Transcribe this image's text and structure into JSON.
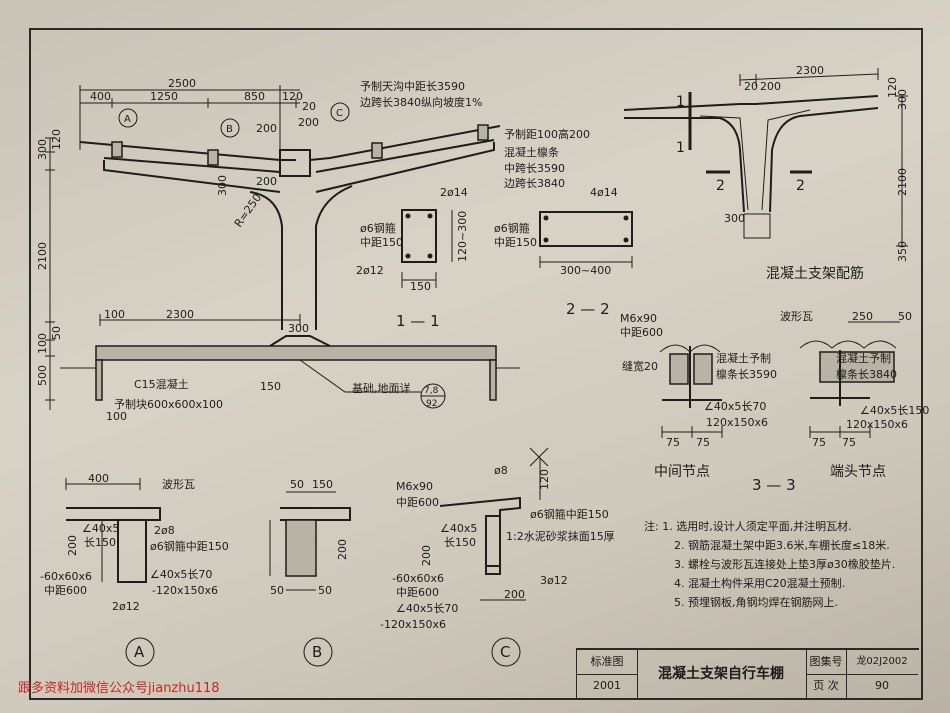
{
  "drawing": {
    "elevation_dims": {
      "d2500": "2500",
      "d400": "400",
      "d1250": "1250",
      "d850": "850",
      "d120": "120",
      "d20": "20",
      "d200a": "200",
      "d200b": "200",
      "d200c": "200",
      "d300a": "300",
      "d120b": "120",
      "d300c": "300",
      "d2100": "2100",
      "d100a": "100",
      "d2300": "2300",
      "d50": "50",
      "d100b": "100",
      "d500": "500",
      "d300d": "300",
      "d150": "150",
      "d100c": "100",
      "r250": "R=250"
    },
    "elevation_labels": {
      "gutter_note1": "予制天沟中距长3590",
      "gutter_note2": "边跨长3840纵向坡度1%",
      "purlin1": "予制距100高200",
      "purlin2": "混凝土檩条",
      "purlin3": "中跨长3590",
      "purlin4": "边跨长3840",
      "concrete1": "C15混凝土",
      "concrete2": "予制块600x600x100",
      "foundation": "基础,地面详",
      "ref_top": "7,8",
      "ref_bottom": "92"
    },
    "markers": {
      "a": "A",
      "b": "B",
      "c": "C"
    },
    "section_1_1": {
      "top_bar": "2ø14",
      "stirrup1": "ø6钢箍",
      "stirrup2": "中距150",
      "height": "120~300",
      "bottom_bar": "2ø12",
      "width": "150",
      "title": "1 — 1"
    },
    "section_2_2": {
      "top_bar": "4ø14",
      "stirrup1": "ø6钢箍",
      "stirrup2": "中距150",
      "width": "300~400",
      "title": "2 — 2"
    },
    "frame_reinf": {
      "title": "混凝土支架配筋",
      "d2300": "2300",
      "d20": "20",
      "d200": "200",
      "d120": "120",
      "d300": "300",
      "d2100": "2100",
      "d300b": "300",
      "d350": "350",
      "cut1": "1",
      "cut2": "2"
    },
    "node_mid": {
      "bolt1": "M6x90",
      "bolt2": "中距600",
      "joint": "缝宽20",
      "purlin1": "混凝土予制",
      "purlin2": "檩条长3590",
      "angle": "∠40x5长70",
      "plate": "120x150x6",
      "d75a": "75",
      "d75b": "75",
      "title": "中间节点"
    },
    "section_3_3": {
      "title": "3 — 3"
    },
    "node_end": {
      "roof": "波形瓦",
      "d250": "250",
      "d50": "50",
      "purlin1": "混凝土予制",
      "purlin2": "檩条长3840",
      "angle": "∠40x5长150",
      "plate": "120x150x6",
      "d75a": "75",
      "d75b": "75",
      "title": "端头节点"
    },
    "detail_a": {
      "d400": "400",
      "roof": "波形瓦",
      "angle": "∠40x5",
      "angle_len": "长150",
      "bar": "2ø8",
      "stirrup": "ø6钢箍中距150",
      "d200": "200",
      "plate1": "-60x60x6",
      "plate2": "中距600",
      "angle2": "∠40x5长70",
      "plate3": "-120x150x6",
      "bottom_bar": "2ø12",
      "label": "A"
    },
    "detail_b": {
      "d50": "50",
      "d150": "150",
      "d200": "200",
      "d50b": "50",
      "d50c": "50",
      "label": "B"
    },
    "detail_c": {
      "bolt1": "M6x90",
      "bolt2": "中距600",
      "bar_top": "ø8",
      "d120": "120",
      "stirrup": "ø6钢箍中距150",
      "mortar": "1:2水泥砂浆抹面15厚",
      "angle": "∠40x5",
      "angle_len": "长150",
      "d200": "200",
      "plate1": "-60x60x6",
      "plate2": "中距600",
      "angle2": "∠40x5长70",
      "plate3": "-120x150x6",
      "bar_bottom": "3ø12",
      "d200b": "200",
      "label": "C"
    }
  },
  "notes": [
    "注: 1. 选用时,设计人须定平面,并注明瓦材.",
    "2. 钢筋混凝土架中距3.6米,车棚长度≤18米.",
    "3. 螺栓与波形瓦连接处上垫3厚ø30橡胶垫片.",
    "4. 混凝土构件采用C20混凝土预制.",
    "5. 预埋钢板,角钢均焊在钢筋网上."
  ],
  "title_block": {
    "std_label": "标准图",
    "year": "2001",
    "title": "混凝土支架自行车棚",
    "atlas_label": "图集号",
    "atlas_no": "龙02J2002",
    "page_label": "页 次",
    "page_no": "90"
  },
  "watermark": "跟多资料加微信公众号jianzhu118"
}
